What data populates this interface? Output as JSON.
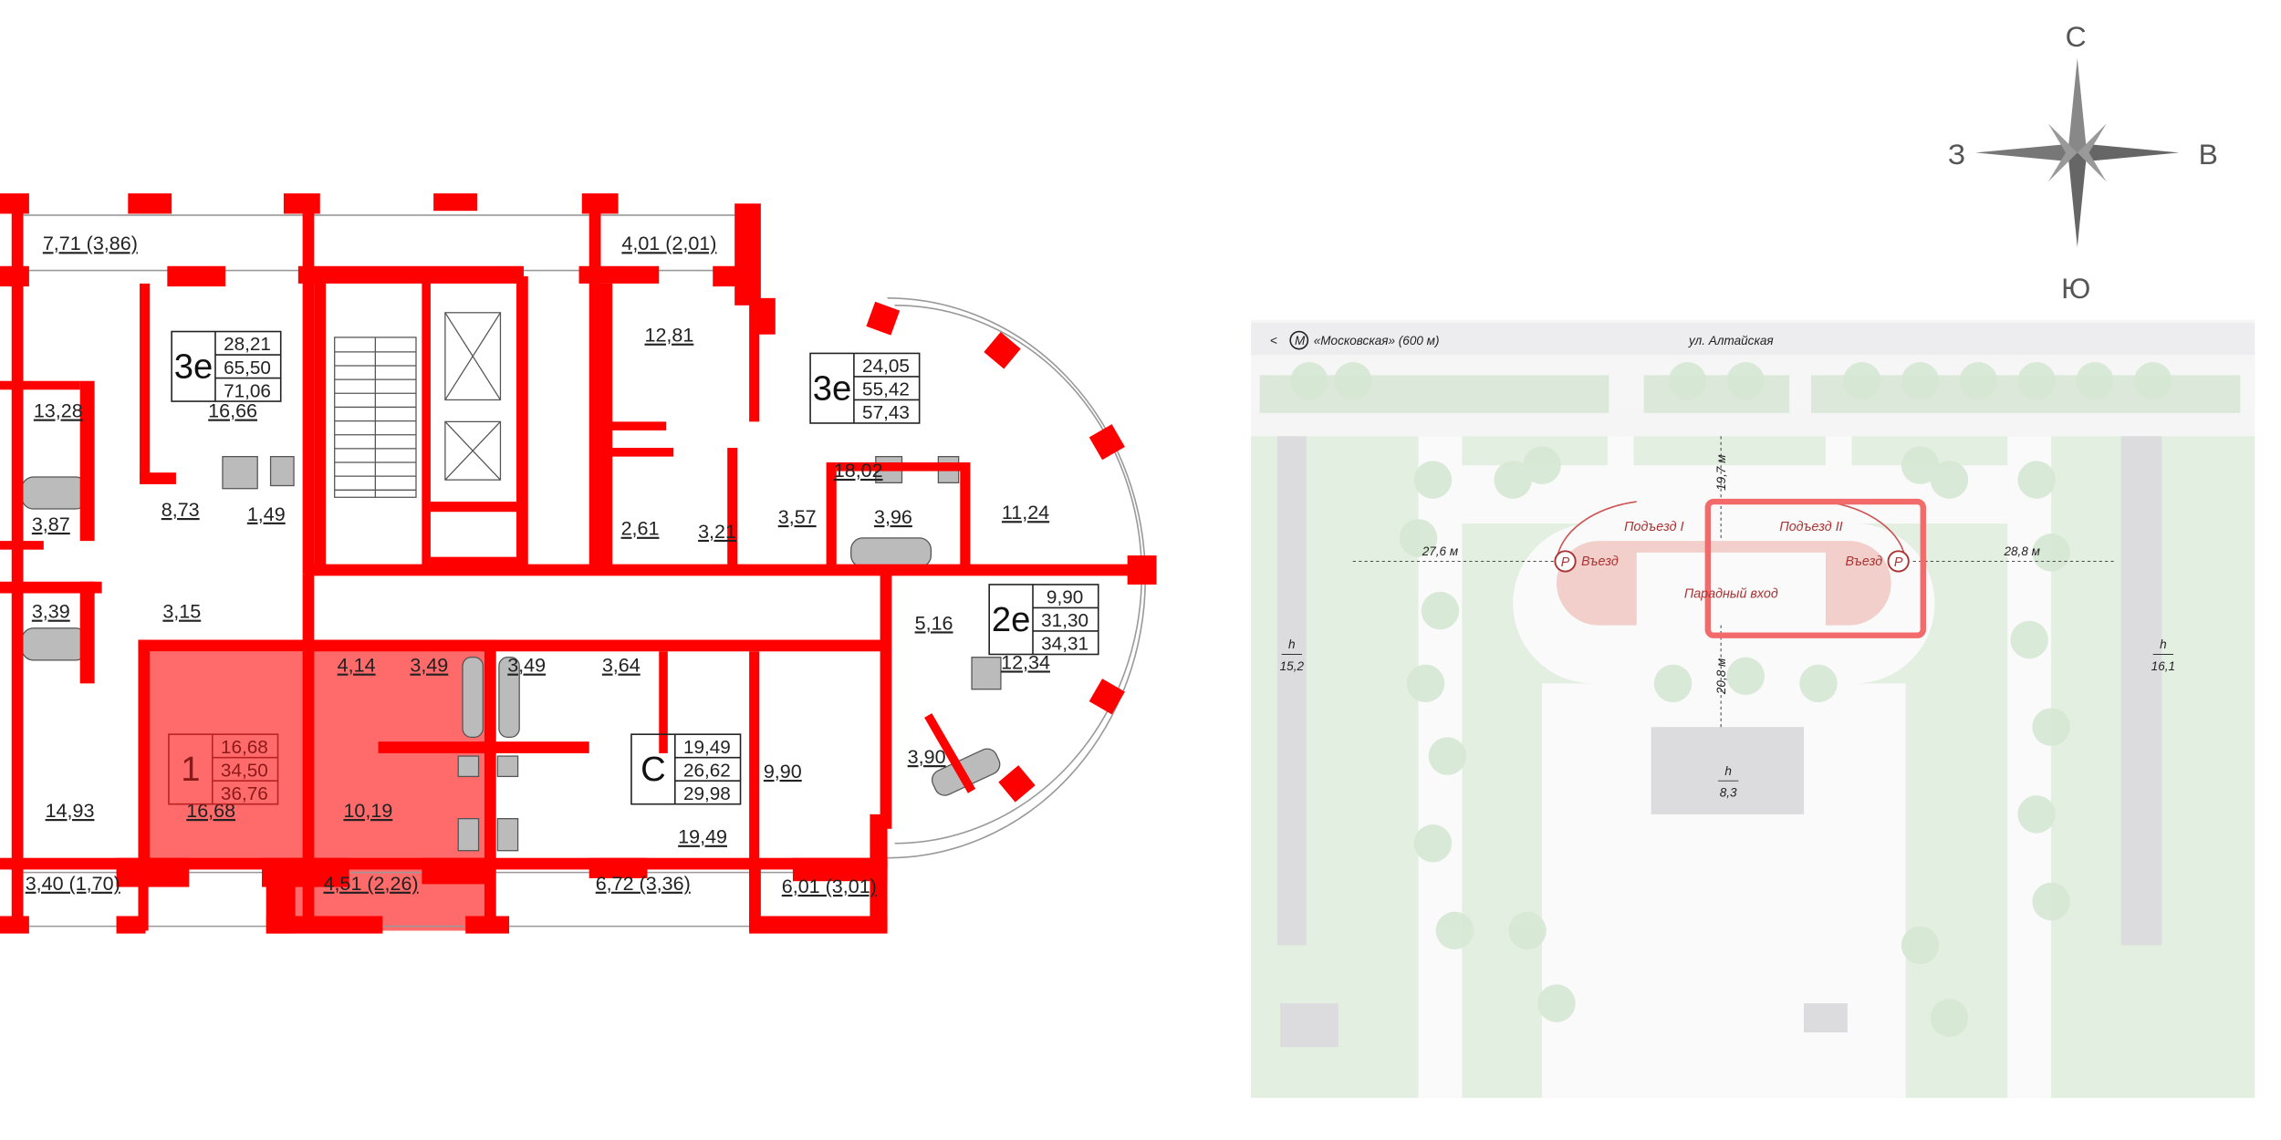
{
  "floor_plan": {
    "wall_color": "#ff0000",
    "highlight_color": "#ff6666",
    "room_labels": [
      "7,71 (3,86)",
      "4,01 (2,01)",
      "13,28",
      "16,66",
      "8,73",
      "1,49",
      "3,87",
      "3,39",
      "3,15",
      "12,81",
      "2,61",
      "3,21",
      "18,02",
      "3,57",
      "3,96",
      "11,24",
      "5,16",
      "12,34",
      "4,14",
      "3,49",
      "3,49",
      "3,64",
      "16,68",
      "10,19",
      "14,93",
      "19,49",
      "9,90",
      "3,90",
      "3,40 (1,70)",
      "4,51 (2,26)",
      "6,72 (3,36)",
      "6,01 (3,01)"
    ],
    "apartments": [
      {
        "type": "3е",
        "areas": [
          "28,21",
          "65,50",
          "71,06"
        ]
      },
      {
        "type": "3е",
        "areas": [
          "24,05",
          "55,42",
          "57,43"
        ]
      },
      {
        "type": "2е",
        "areas": [
          "9,90",
          "31,30",
          "34,31"
        ]
      },
      {
        "type": "1",
        "areas": [
          "16,68",
          "34,50",
          "36,76"
        ],
        "highlighted": true
      },
      {
        "type": "С",
        "areas": [
          "19,49",
          "26,62",
          "29,98"
        ]
      }
    ]
  },
  "compass": {
    "north": "С",
    "west": "З",
    "east": "В",
    "south": "Ю"
  },
  "site_map": {
    "back_icon": "chevron-left-icon",
    "metro_icon": "metro-icon",
    "metro_label": "«Московская» (600 м)",
    "street": "ул. Алтайская",
    "entrance_1": "Подъезд I",
    "entrance_2": "Подъезд II",
    "entry_left": "Въезд",
    "entry_right": "Въезд",
    "parking_symbol": "P",
    "main_entrance": "Парадный вход",
    "dist_left": "27,6 м",
    "dist_right": "28,8 м",
    "dist_top": "19,7 м",
    "dist_bottom": "20,8 м",
    "height_symbol": "h",
    "height_left": "15,2",
    "height_right": "16,1",
    "height_center": "8,3",
    "highlight_color": "#f26a6a"
  }
}
